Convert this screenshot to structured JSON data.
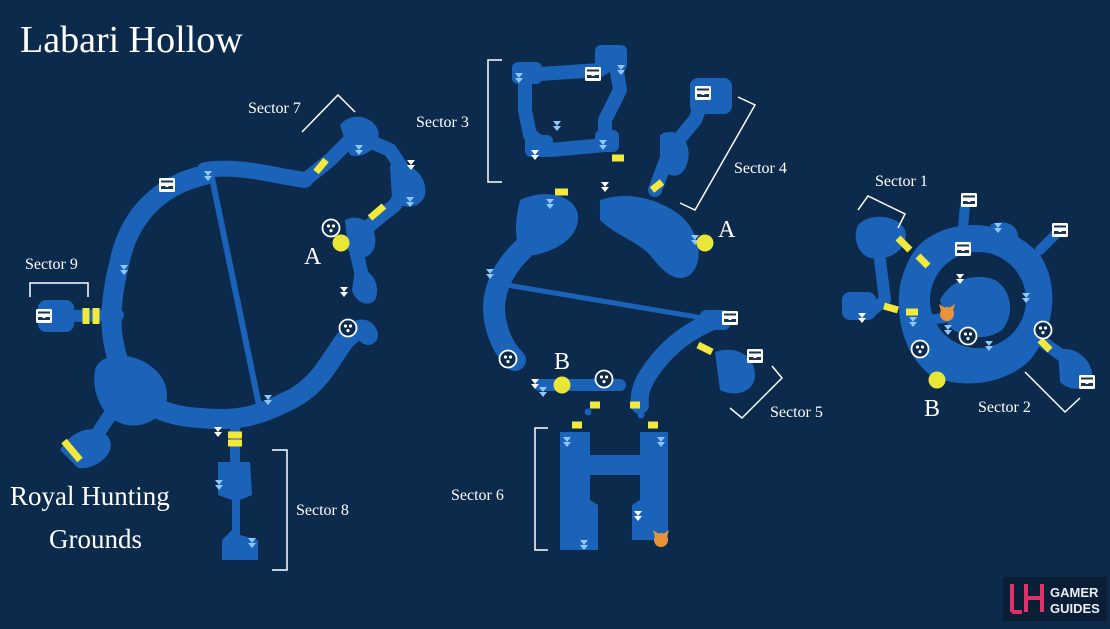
{
  "map": {
    "title": "Labari Hollow",
    "region_label_line1": "Royal Hunting",
    "region_label_line2": "Grounds",
    "brand_line1": "GAMER",
    "brand_line2": "GUIDES"
  },
  "sectors": [
    "Sector 1",
    "Sector 2",
    "Sector 3",
    "Sector 4",
    "Sector 5",
    "Sector 6",
    "Sector 7",
    "Sector 8",
    "Sector 9"
  ],
  "markers": {
    "a": "A",
    "b": "B"
  },
  "colors": {
    "background": "#0c2a4b",
    "cave": "#1a63b8",
    "door": "#f2e93a",
    "waypoint": "#e9e637",
    "light_arrow": "#8ec8ff",
    "creature": "#e8923a"
  },
  "icons": [
    "treasure-chest-icon",
    "arrow-down-icon",
    "gear-cluster-icon",
    "waypoint-icon",
    "creature-icon"
  ]
}
